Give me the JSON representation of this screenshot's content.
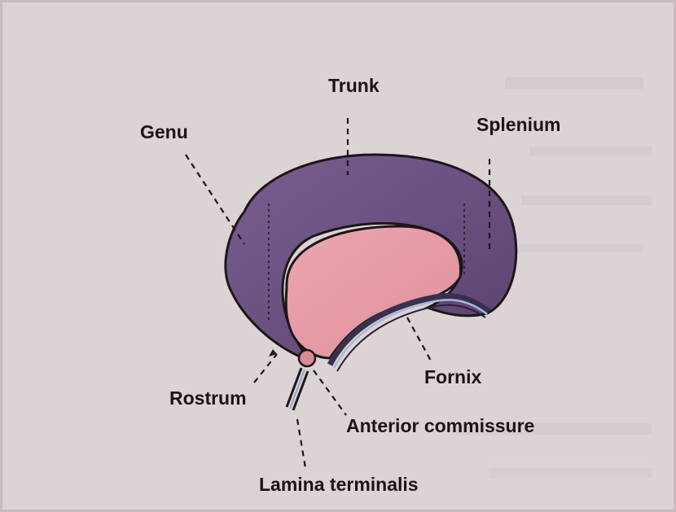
{
  "diagram": {
    "labels": {
      "trunk": "Trunk",
      "genu": "Genu",
      "splenium": "Splenium",
      "fornix": "Fornix",
      "rostrum": "Rostrum",
      "anterior_commissure": "Anterior commissure",
      "lamina_terminalis": "Lamina terminalis"
    },
    "colors": {
      "background": "#dcd3d5",
      "corpus_callosum": "#6a4f80",
      "inner_region": "#e59aa6",
      "outline": "#1c1618"
    }
  }
}
